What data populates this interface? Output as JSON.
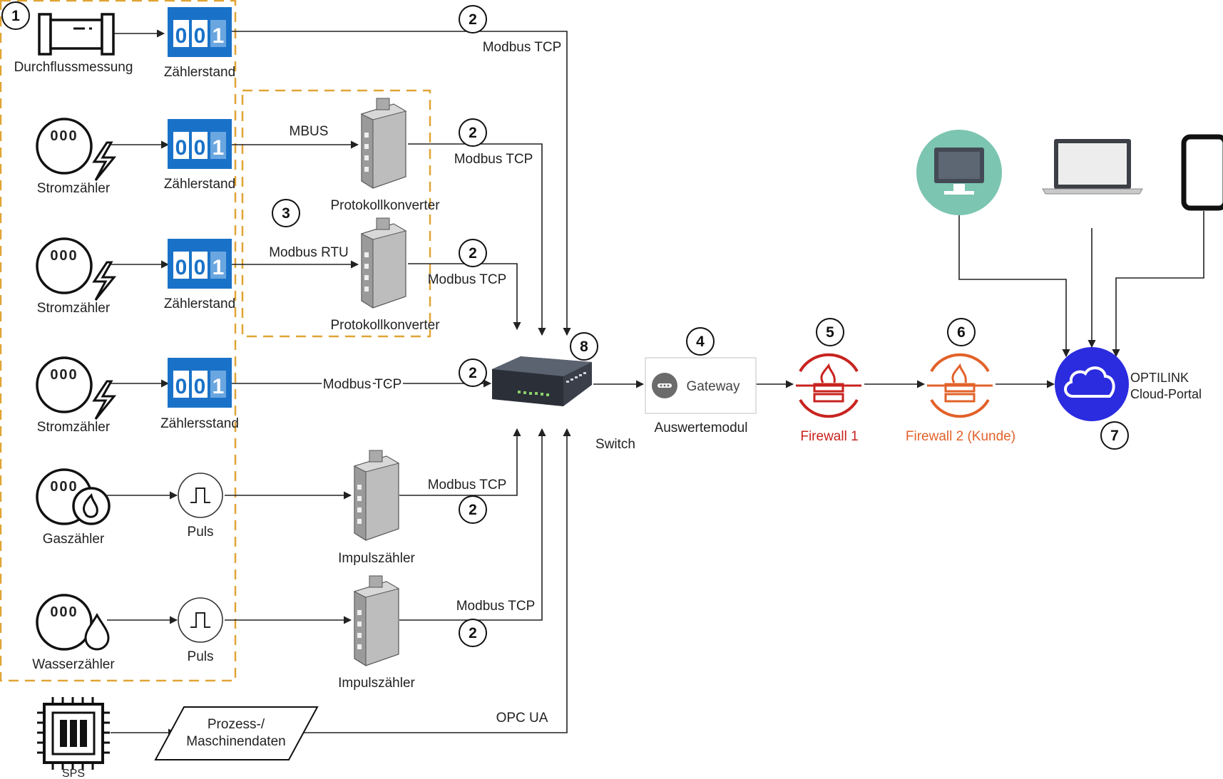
{
  "diagram": {
    "markers": {
      "m1": "1",
      "m2": "2",
      "m3": "3",
      "m4": "4",
      "m5": "5",
      "m6": "6",
      "m7": "7",
      "m8": "8"
    },
    "counter_digits": [
      "0",
      "0",
      "1"
    ],
    "sources": {
      "flow": "Durchflussmessung",
      "power1": "Stromzähler",
      "power2": "Stromzähler",
      "power3": "Stromzähler",
      "gas": "Gaszähler",
      "water": "Wasserzähler",
      "plc": "SPS"
    },
    "meter_display": "000",
    "counters": {
      "c1": "Zählerstand",
      "c2": "Zählerstand",
      "c3": "Zählerstand",
      "c4": "Zählersstand"
    },
    "pulses": {
      "p1": "Puls",
      "p2": "Puls"
    },
    "converters": {
      "proto1": "Protokollkonverter",
      "proto2": "Protokollkonverter",
      "imp1": "Impulszähler",
      "imp2": "Impulszähler"
    },
    "process_data": {
      "line1": "Prozess-/",
      "line2": "Maschinendaten"
    },
    "protocols": {
      "mtcp1": "Modbus TCP",
      "mbus": "MBUS",
      "mtcp2": "Modbus TCP",
      "mrtu": "Modbus RTU",
      "mtcp3": "Modbus TCP",
      "mtcp4": "Modbus TCP",
      "mtcp5": "Modbus TCP",
      "mtcp6": "Modbus TCP",
      "opcua": "OPC UA"
    },
    "switch_label": "Switch",
    "gateway_label": "Gateway",
    "gateway_caption": "Auswertemodul",
    "firewall1": "Firewall 1",
    "firewall2": "Firewall 2 (Kunde)",
    "cloud": {
      "line1": "OPTILINK",
      "line2": "Cloud-Portal"
    },
    "colors": {
      "dashed_box": "#e0a535",
      "counter_blue": "#1a72c8",
      "firewall1": "#c8231f",
      "firewall2": "#e2622a",
      "cloud": "#2b2be0",
      "desktop_circle": "#7cc5b0"
    },
    "icons": {
      "flow": "flow-meter-icon",
      "meter": "electricity-meter-icon",
      "gas": "gas-meter-icon",
      "water": "water-meter-icon",
      "counter": "counter-display-icon",
      "pulse": "pulse-icon",
      "converter": "converter-device-icon",
      "switch": "network-switch-icon",
      "gateway": "gateway-icon",
      "firewall": "firewall-icon",
      "cloud": "cloud-icon",
      "desktop": "desktop-icon",
      "laptop": "laptop-icon",
      "phone": "smartphone-icon",
      "plc": "chip-icon"
    }
  }
}
